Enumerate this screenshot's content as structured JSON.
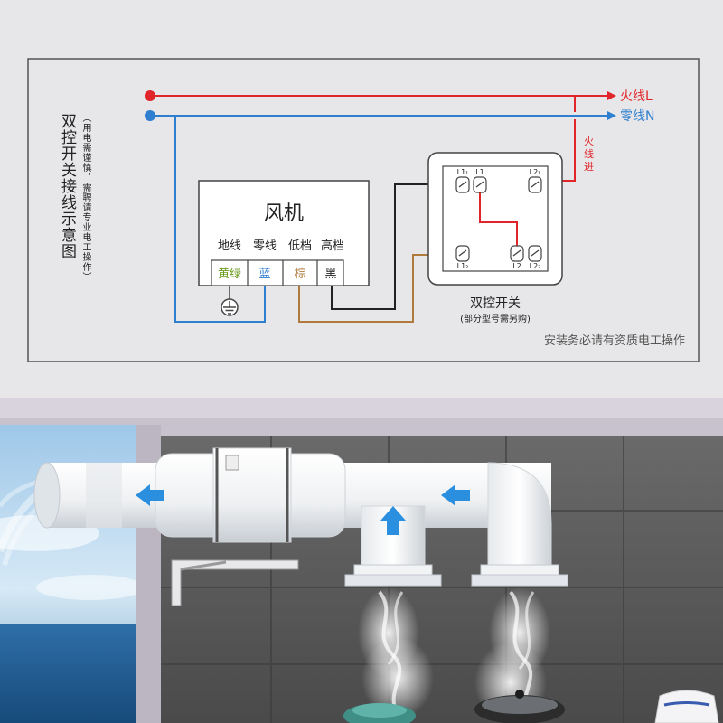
{
  "title": "双控开关接线示意图",
  "note": "（用电需谨慎，需聘请专业电工操作）",
  "live_label": "火线L",
  "neutral_label": "零线N",
  "live_in_label": "火线进",
  "fan": {
    "title": "风机",
    "terminals": [
      "地线",
      "零线",
      "低档",
      "高档"
    ],
    "colors": [
      "黄绿",
      "蓝",
      "棕",
      "黑"
    ]
  },
  "switch": {
    "title": "双控开关",
    "subtitle": "(部分型号需另购)",
    "terminal_labels": [
      "L1₁",
      "L1",
      "L2₁",
      "L1₂",
      "L2",
      "L2₂"
    ]
  },
  "footer_note": "安装务必请有资质电工操作",
  "palette": {
    "live": "#e0262a",
    "neutral": "#2f7fd0",
    "brown": "#b07a3c",
    "black": "#222222"
  }
}
